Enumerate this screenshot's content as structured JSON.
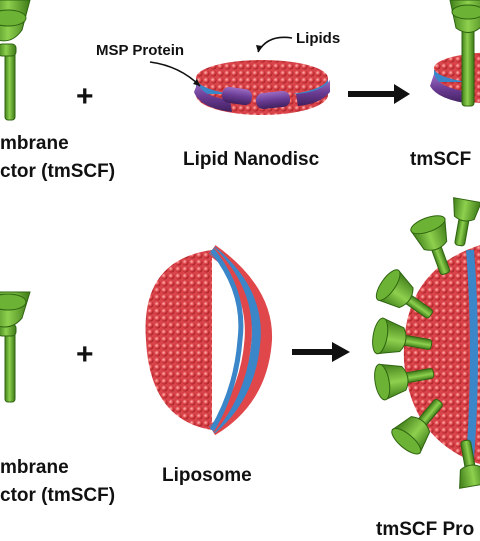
{
  "row1": {
    "left_label_line1": "mbrane",
    "left_label_line2": "ctor (tmSCF)",
    "plus": "+",
    "nanodisc_label": "Lipid Nanodisc",
    "msp_label": "MSP Protein",
    "lipids_label": "Lipids",
    "result_label": "tmSCF"
  },
  "row2": {
    "left_label_line1": "mbrane",
    "left_label_line2": "ctor (tmSCF)",
    "plus": "+",
    "liposome_label": "Liposome",
    "result_label": "tmSCF Pro"
  },
  "colors": {
    "protein_green": "#5aa52a",
    "lipid_red": "#e0474b",
    "tail_blue": "#3a86c8",
    "msp_purple": "#6a3b93"
  }
}
